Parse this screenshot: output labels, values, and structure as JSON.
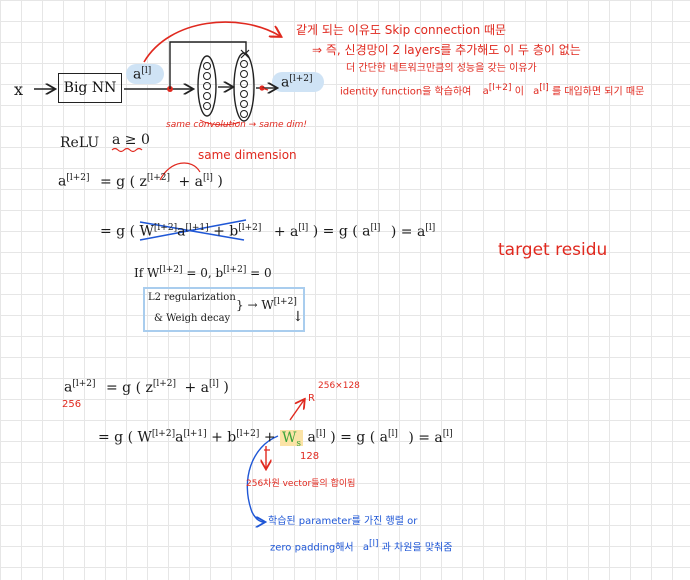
{
  "diagram": {
    "input_x": "x",
    "big_nn": "Big NN",
    "a_l": "a",
    "a_l_sup": "[l]",
    "a_l2": "a",
    "a_l2_sup": "[l+2]"
  },
  "annotations": {
    "line1": "같게 되는 이유도 Skip connection 때문",
    "line2": "⇒ 즉, 신경망이 2 layers를 추가해도 이 두 층이 없는",
    "line3": "더 간단한 네트워크만큼의 성능을 갖는 이유가",
    "line4_a": "identity function을 학습하여",
    "line4_b": "a",
    "line4_b_sup": "[l+2]",
    "line4_c": "이",
    "line4_d": "a",
    "line4_d_sup": "[l]",
    "line4_e": "를 대입하면 되기 때문",
    "same_conv": "same convolution → same dim!",
    "same_dimension": "same dimension",
    "target": "target residu",
    "dim_256x128": "256×128",
    "num_128": "128",
    "num_256": "256",
    "vector_note": "256차원 vector들의 합이됨",
    "blue_line1": "학습된 parameter를 가진 행렬 or",
    "blue_line2_a": "zero padding해서",
    "blue_line2_b": "a",
    "blue_line2_b_sup": "[l]",
    "blue_line2_c": "과 차원을 맞춰줌"
  },
  "math": {
    "relu": "ReLU",
    "relu_cond": "a ≥ 0",
    "eq1_lhs": "a",
    "eq1_lhs_sup": "[l+2]",
    "eq1_rhs": "= g ( z",
    "eq1_z_sup": "[l+2]",
    "eq1_plus": "+ a",
    "eq1_a_sup": "[l]",
    "eq1_close": ")",
    "eq2_a": "= g ( W",
    "eq2_w_sup": "[l+2]",
    "eq2_b": "a",
    "eq2_b_sup": "[l+1]",
    "eq2_c": "+ b",
    "eq2_c_sup": "[l+2]",
    "eq2_d": "+   a",
    "eq2_d_sup": "[l]",
    "eq2_e": ") = g ( a",
    "eq2_e_sup": "[l]",
    "eq2_f": ") = a",
    "eq2_f_sup": "[l]",
    "if_line": "If  W",
    "if_w_sup": "[l+2]",
    "if_mid": "= 0,  b",
    "if_b_sup": "[l+2]",
    "if_end": "= 0",
    "l2_line1": "L2 regularization",
    "l2_line2": "& Weigh decay",
    "l2_arrow": "} → W",
    "l2_w_sup": "[l+2]",
    "l2_down": "↓",
    "eq3_lhs": "a",
    "eq3_lhs_sup": "[l+2]",
    "eq3_rhs": "= g ( z",
    "eq3_z_sup": "[l+2]",
    "eq3_plus": "+ a",
    "eq3_a_sup": "[l]",
    "eq3_close": ")",
    "eq4_a": "= g ( W",
    "eq4_w_sup": "[l+2]",
    "eq4_b": "a",
    "eq4_b_sup": "[l+1]",
    "eq4_c": "+ b",
    "eq4_c_sup": "[l+2]",
    "eq4_plus": "+",
    "eq4_ws": "W",
    "eq4_ws_sub": "s",
    "eq4_d": "a",
    "eq4_d_sup": "[l]",
    "eq4_e": ") = g ( a",
    "eq4_e_sup": "[l]",
    "eq4_f": ") = a",
    "eq4_f_sup": "[l]",
    "r_label": "R"
  },
  "colors": {
    "ink": "#1a1a1a",
    "red": "#e0291f",
    "blue": "#1f57d6",
    "highlight": "#cfe3f5",
    "ws_highlight": "#fbe3a6",
    "ws_text": "#3aa33a"
  }
}
